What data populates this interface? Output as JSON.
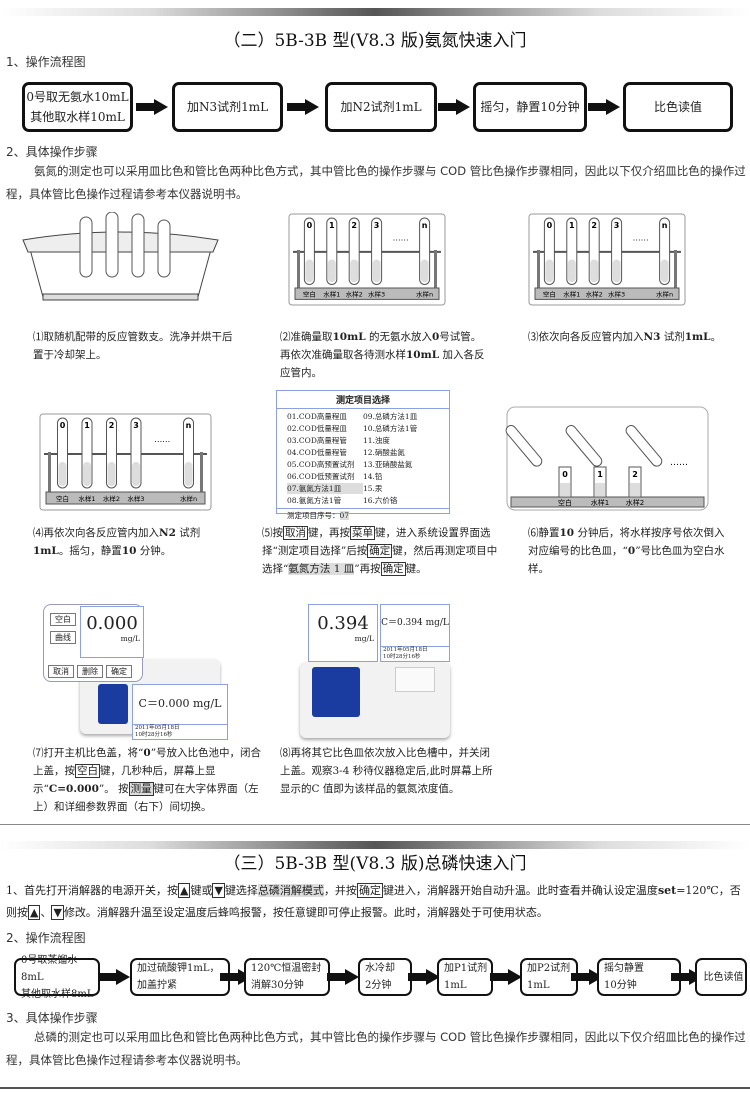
{
  "ammonia": {
    "title": "（二）5B-3B 型(V8.3 版)氨氮快速入门",
    "flow_heading": "1、操作流程图",
    "flow": [
      [
        "0号取无氨水10mL",
        "其他取水样10mL"
      ],
      [
        "加N3试剂1mL"
      ],
      [
        "加N2试剂1mL"
      ],
      [
        "摇匀，静置10分钟"
      ],
      [
        "比色读值"
      ]
    ],
    "steps_heading": "2、具体操作步骤",
    "intro": "氨氮的测定也可以采用皿比色和管比色两种比色方式，其中管比色的操作步骤与 COD 管比色操作步骤相同，因此以下仅介绍皿比色的操作过程，具体管比色操作过程请参考本仪器说明书。",
    "rack": {
      "tubes": [
        "0",
        "1",
        "2",
        "3",
        "n"
      ],
      "ellipsis": "……",
      "base": [
        "空白",
        "水样1",
        "水样2",
        "水样3",
        "水样n"
      ]
    },
    "cuvettes": {
      "labels": [
        "0",
        "1",
        "2"
      ],
      "ellipsis": "……",
      "base": [
        "空白",
        "水样1",
        "水样2"
      ]
    },
    "menu": {
      "title": "测定项目选择",
      "items": [
        "01.COD高量程皿",
        "09.总磷方法1皿",
        "02.COD低量程皿",
        "10.总磷方法1管",
        "03.COD高量程管",
        "11.浊度",
        "04.COD低量程管",
        "12.硝酸盐氮",
        "05.COD高预置试剂",
        "13.亚硝酸盐氮",
        "06.COD低预置试剂",
        "14.铅",
        "07.氨氮方法1皿",
        "15.汞",
        "08.氨氮方法1管",
        "16.六价铬"
      ],
      "selected": "07.氨氮方法1皿",
      "footer_label": "测定项目序号：",
      "footer_value": "07"
    },
    "device1": {
      "big": "0.000",
      "unit": "mg/L",
      "detail": "C＝0.000 mg/L",
      "date": "2011年05月18日",
      "time": "10时28分16秒",
      "keys": [
        "空白",
        "曲线",
        "取消",
        "删除",
        "确定"
      ]
    },
    "device2": {
      "big": "0.394",
      "unit": "mg/L",
      "detail": "C＝0.394 mg/L",
      "date": "2011年05月18日",
      "time": "10时28分16秒"
    },
    "captions": [
      [
        {
          "t": "⑴取随机配带的反应管数支。洗净并烘干后置于冷却架上。"
        }
      ],
      [
        {
          "t": "⑵准确量取"
        },
        {
          "t": "10mL",
          "b": 1
        },
        {
          "t": " 的无氨水放入"
        },
        {
          "t": "0",
          "b": 1
        },
        {
          "t": "号试管。再依次准确量取各待测水样"
        },
        {
          "t": "10mL",
          "b": 1
        },
        {
          "t": " 加入各反应管内。"
        }
      ],
      [
        {
          "t": "⑶依次向各反应管内加入"
        },
        {
          "t": "N3",
          "b": 1
        },
        {
          "t": " 试剂"
        },
        {
          "t": "1mL",
          "b": 1
        },
        {
          "t": "。"
        }
      ],
      [
        {
          "t": "⑷再依次向各反应管内加入"
        },
        {
          "t": "N2",
          "b": 1
        },
        {
          "t": " 试剂"
        },
        {
          "t": "1mL",
          "b": 1
        },
        {
          "t": "。摇匀，静置"
        },
        {
          "t": "10",
          "b": 1
        },
        {
          "t": " 分钟。"
        }
      ],
      [
        {
          "t": "⑸按"
        },
        {
          "t": "取消",
          "x": 1
        },
        {
          "t": "键，再按"
        },
        {
          "t": "菜单",
          "x": 1
        },
        {
          "t": "键，进入系统设置界面选择“测定项目选择”后按"
        },
        {
          "t": "确定",
          "x": 1
        },
        {
          "t": "键，然后再测定项目中选择“"
        },
        {
          "t": "氨氮方法 1 皿",
          "h": 1
        },
        {
          "t": "”再按"
        },
        {
          "t": "确定",
          "x": 1
        },
        {
          "t": "键。"
        }
      ],
      [
        {
          "t": "⑹静置"
        },
        {
          "t": "10",
          "b": 1
        },
        {
          "t": " 分钟后，将水样按序号依次倒入对应编号的比色皿，“"
        },
        {
          "t": "0",
          "b": 1
        },
        {
          "t": "”号比色皿为空白水样。"
        }
      ],
      [
        {
          "t": "⑺打开主机比色盖，将“"
        },
        {
          "t": "0",
          "b": 1
        },
        {
          "t": "”号放入比色池中，闭合上盖，按"
        },
        {
          "t": "空白",
          "x": 1
        },
        {
          "t": "键，几秒种后，屏幕上显示“"
        },
        {
          "t": "C=0.000",
          "b": 1
        },
        {
          "t": "”。 按"
        },
        {
          "t": "测量",
          "x": 1,
          "h": 1
        },
        {
          "t": "键可在大字体界面（左上）和详细参数界面（右下）间切换。"
        }
      ],
      [
        {
          "t": "⑻再将其它比色皿依次放入比色槽中，并关闭上盖。观察3-4 秒待仪器稳定后,此时屏幕上所显示的C 值即为该样品的氨氮浓度值。"
        }
      ]
    ]
  },
  "phosphorus": {
    "title": "（三）5B-3B 型(V8.3 版)总磷快速入门",
    "step1": [
      {
        "t": "1、首先打开消解器的电源开关，按"
      },
      {
        "t": "▲",
        "x": 1
      },
      {
        "t": "键或"
      },
      {
        "t": "▼",
        "x": 1
      },
      {
        "t": "键选择"
      },
      {
        "t": "总磷消解模式",
        "h": 1
      },
      {
        "t": "，并按"
      },
      {
        "t": "确定",
        "x": 1
      },
      {
        "t": "键进入，消解器开始自动升温。此时查看并确认设定温度"
      },
      {
        "t": "set",
        "b": 1
      },
      {
        "t": "=120℃，否则按"
      },
      {
        "t": "▲",
        "x": 1
      },
      {
        "t": "、"
      },
      {
        "t": "▼",
        "x": 1
      },
      {
        "t": "修改。消解器升温至设定温度后蜂鸣报警，按任意键即可停止报警。此时，消解器处于可使用状态。"
      }
    ],
    "flow_heading": "2、操作流程图",
    "flow": [
      [
        "0号取蒸馏水8mL",
        "其他取水样8mL"
      ],
      [
        "加过硫酸钾1mL，",
        "加盖拧紧"
      ],
      [
        "120℃恒温密封",
        "消解30分钟"
      ],
      [
        "水冷却",
        "2分钟"
      ],
      [
        "加P1试剂",
        "1mL"
      ],
      [
        "加P2试剂",
        "1mL"
      ],
      [
        "摇匀静置",
        "10分钟"
      ],
      [
        "比色读值"
      ]
    ],
    "steps_heading": "3、具体操作步骤",
    "intro": "总磷的测定也可以采用皿比色和管比色两种比色方式，其中管比色的操作步骤与 COD 管比色操作步骤相同，因此以下仅介绍皿比色的操作过程，具体管比色操作过程请参考本仪器说明书。"
  }
}
